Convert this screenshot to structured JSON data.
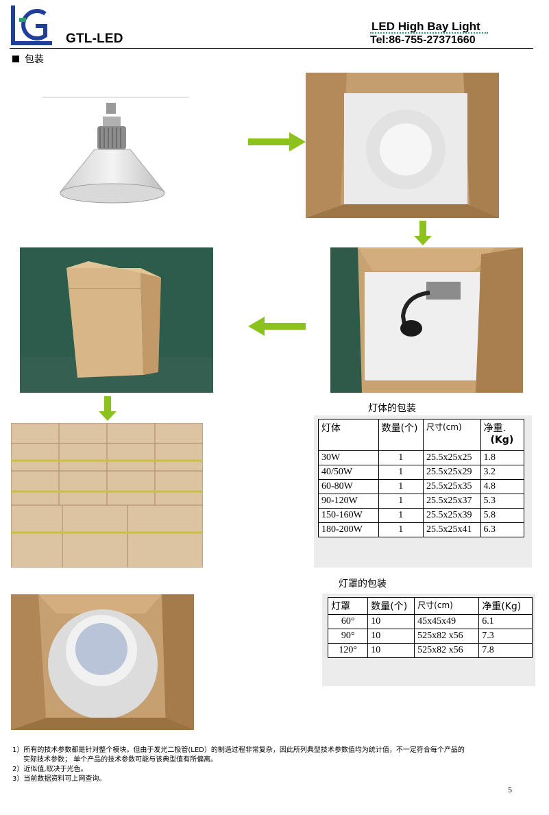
{
  "header": {
    "brand": "GTL-LED",
    "product": "LED High Bay Light",
    "tel": "Tel:86-755-27371660",
    "logo_name": "LG logo",
    "accent_blue": "#1f3f9a",
    "accent_green": "#2aa06a"
  },
  "section_title": "包装",
  "arrow_color": "#8cc21e",
  "table1": {
    "caption": "灯体的包装",
    "headers": [
      "灯体",
      "数量(个)",
      "尺寸(cm)",
      "净重.",
      "(Kg)"
    ],
    "rows": [
      [
        "30W",
        "1",
        "25.5x25x25",
        "1.8"
      ],
      [
        "40/50W",
        "1",
        "25.5x25x29",
        "3.2"
      ],
      [
        "60-80W",
        "1",
        "25.5x25x35",
        "4.8"
      ],
      [
        "90-120W",
        "1",
        "25.5x25x37",
        "5.3"
      ],
      [
        "150-160W",
        "1",
        "25.5x25x39",
        "5.8"
      ],
      [
        "180-200W",
        "1",
        "25.5x25x41",
        "6.3"
      ]
    ]
  },
  "table2": {
    "caption": "灯罩的包装",
    "headers": [
      "灯罩",
      "数量(个)",
      "尺寸(cm)",
      "净重(Kg)"
    ],
    "rows": [
      [
        "60°",
        "10",
        "45x45x49",
        "6.1"
      ],
      [
        "90°",
        "10",
        "525x82 x56",
        "7.3"
      ],
      [
        "120°",
        "10",
        "525x82 x56",
        "7.8"
      ]
    ]
  },
  "notes": [
    "1）所有的技术参数都是针对整个模块。但由于发光二极管(LED）的制造过程非常复杂，因此所列典型技术参数值均为统计值，不一定符合每个产品的",
    "实际技术参数；  单个产品的技术参数可能与该典型值有所偏离。",
    "2）近似值,取决于光色。",
    "3）当前数据资料可上网查询。"
  ],
  "page_number": "5"
}
